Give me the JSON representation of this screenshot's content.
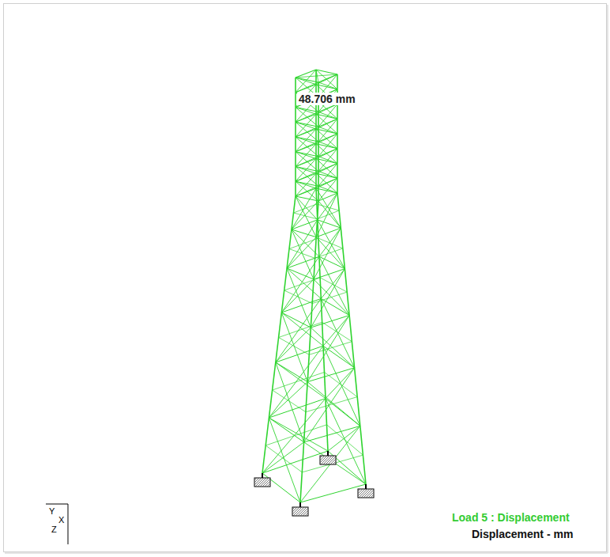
{
  "diagram": {
    "labels": [
      "48.706 mm",
      "Load 5 : Displacement",
      "Displacement - mm",
      "Y",
      "X",
      "Z"
    ]
  }
}
